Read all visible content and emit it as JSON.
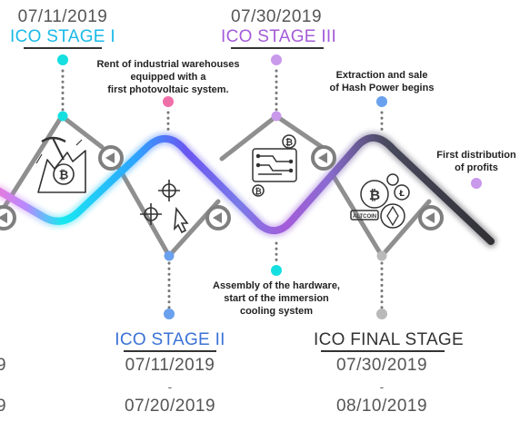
{
  "colors": {
    "cyan": "#16dfe0",
    "pink": "#ef6fa8",
    "blue": "#6aa1ee",
    "purple": "#c999ec",
    "gray": "#b9b9b9",
    "stage1": "#19b9e8",
    "stage2": "#3b72d6",
    "stage3": "#a45bd9",
    "final": "#333333"
  },
  "stages": {
    "stage1": {
      "date": "07/11/2019",
      "title": "ICO STAGE I"
    },
    "stage3": {
      "date": "07/30/2019",
      "title": "ICO STAGE III"
    },
    "stage2": {
      "title": "ICO STAGE II",
      "date_start": "07/11/2019",
      "dash": "-",
      "date_end": "07/20/2019"
    },
    "final": {
      "title": "ICO FINAL STAGE",
      "date_start": "07/30/2019",
      "dash": "-",
      "date_end": "08/10/2019"
    }
  },
  "notes": {
    "warehouses": [
      "Rent of industrial warehouses",
      "equipped with a",
      "first photovoltaic system."
    ],
    "hashpower": [
      "Extraction and sale",
      "of Hash Power begins"
    ],
    "profits": [
      "First distribution",
      "of profits"
    ],
    "assembly": [
      "Assembly of the hardware,",
      "start of the immersion",
      "cooling system"
    ]
  },
  "icons": {
    "tile1": "bitcoin-mining-pickaxe-icon",
    "tile2": "target-cursor-icon",
    "tile3": "bitcoin-circuit-board-icon",
    "tile4": "altcoin-coins-icon",
    "altcoin_label": "ALTCOIN"
  },
  "left_edge": {
    "top": "9",
    "bottom": "9"
  }
}
